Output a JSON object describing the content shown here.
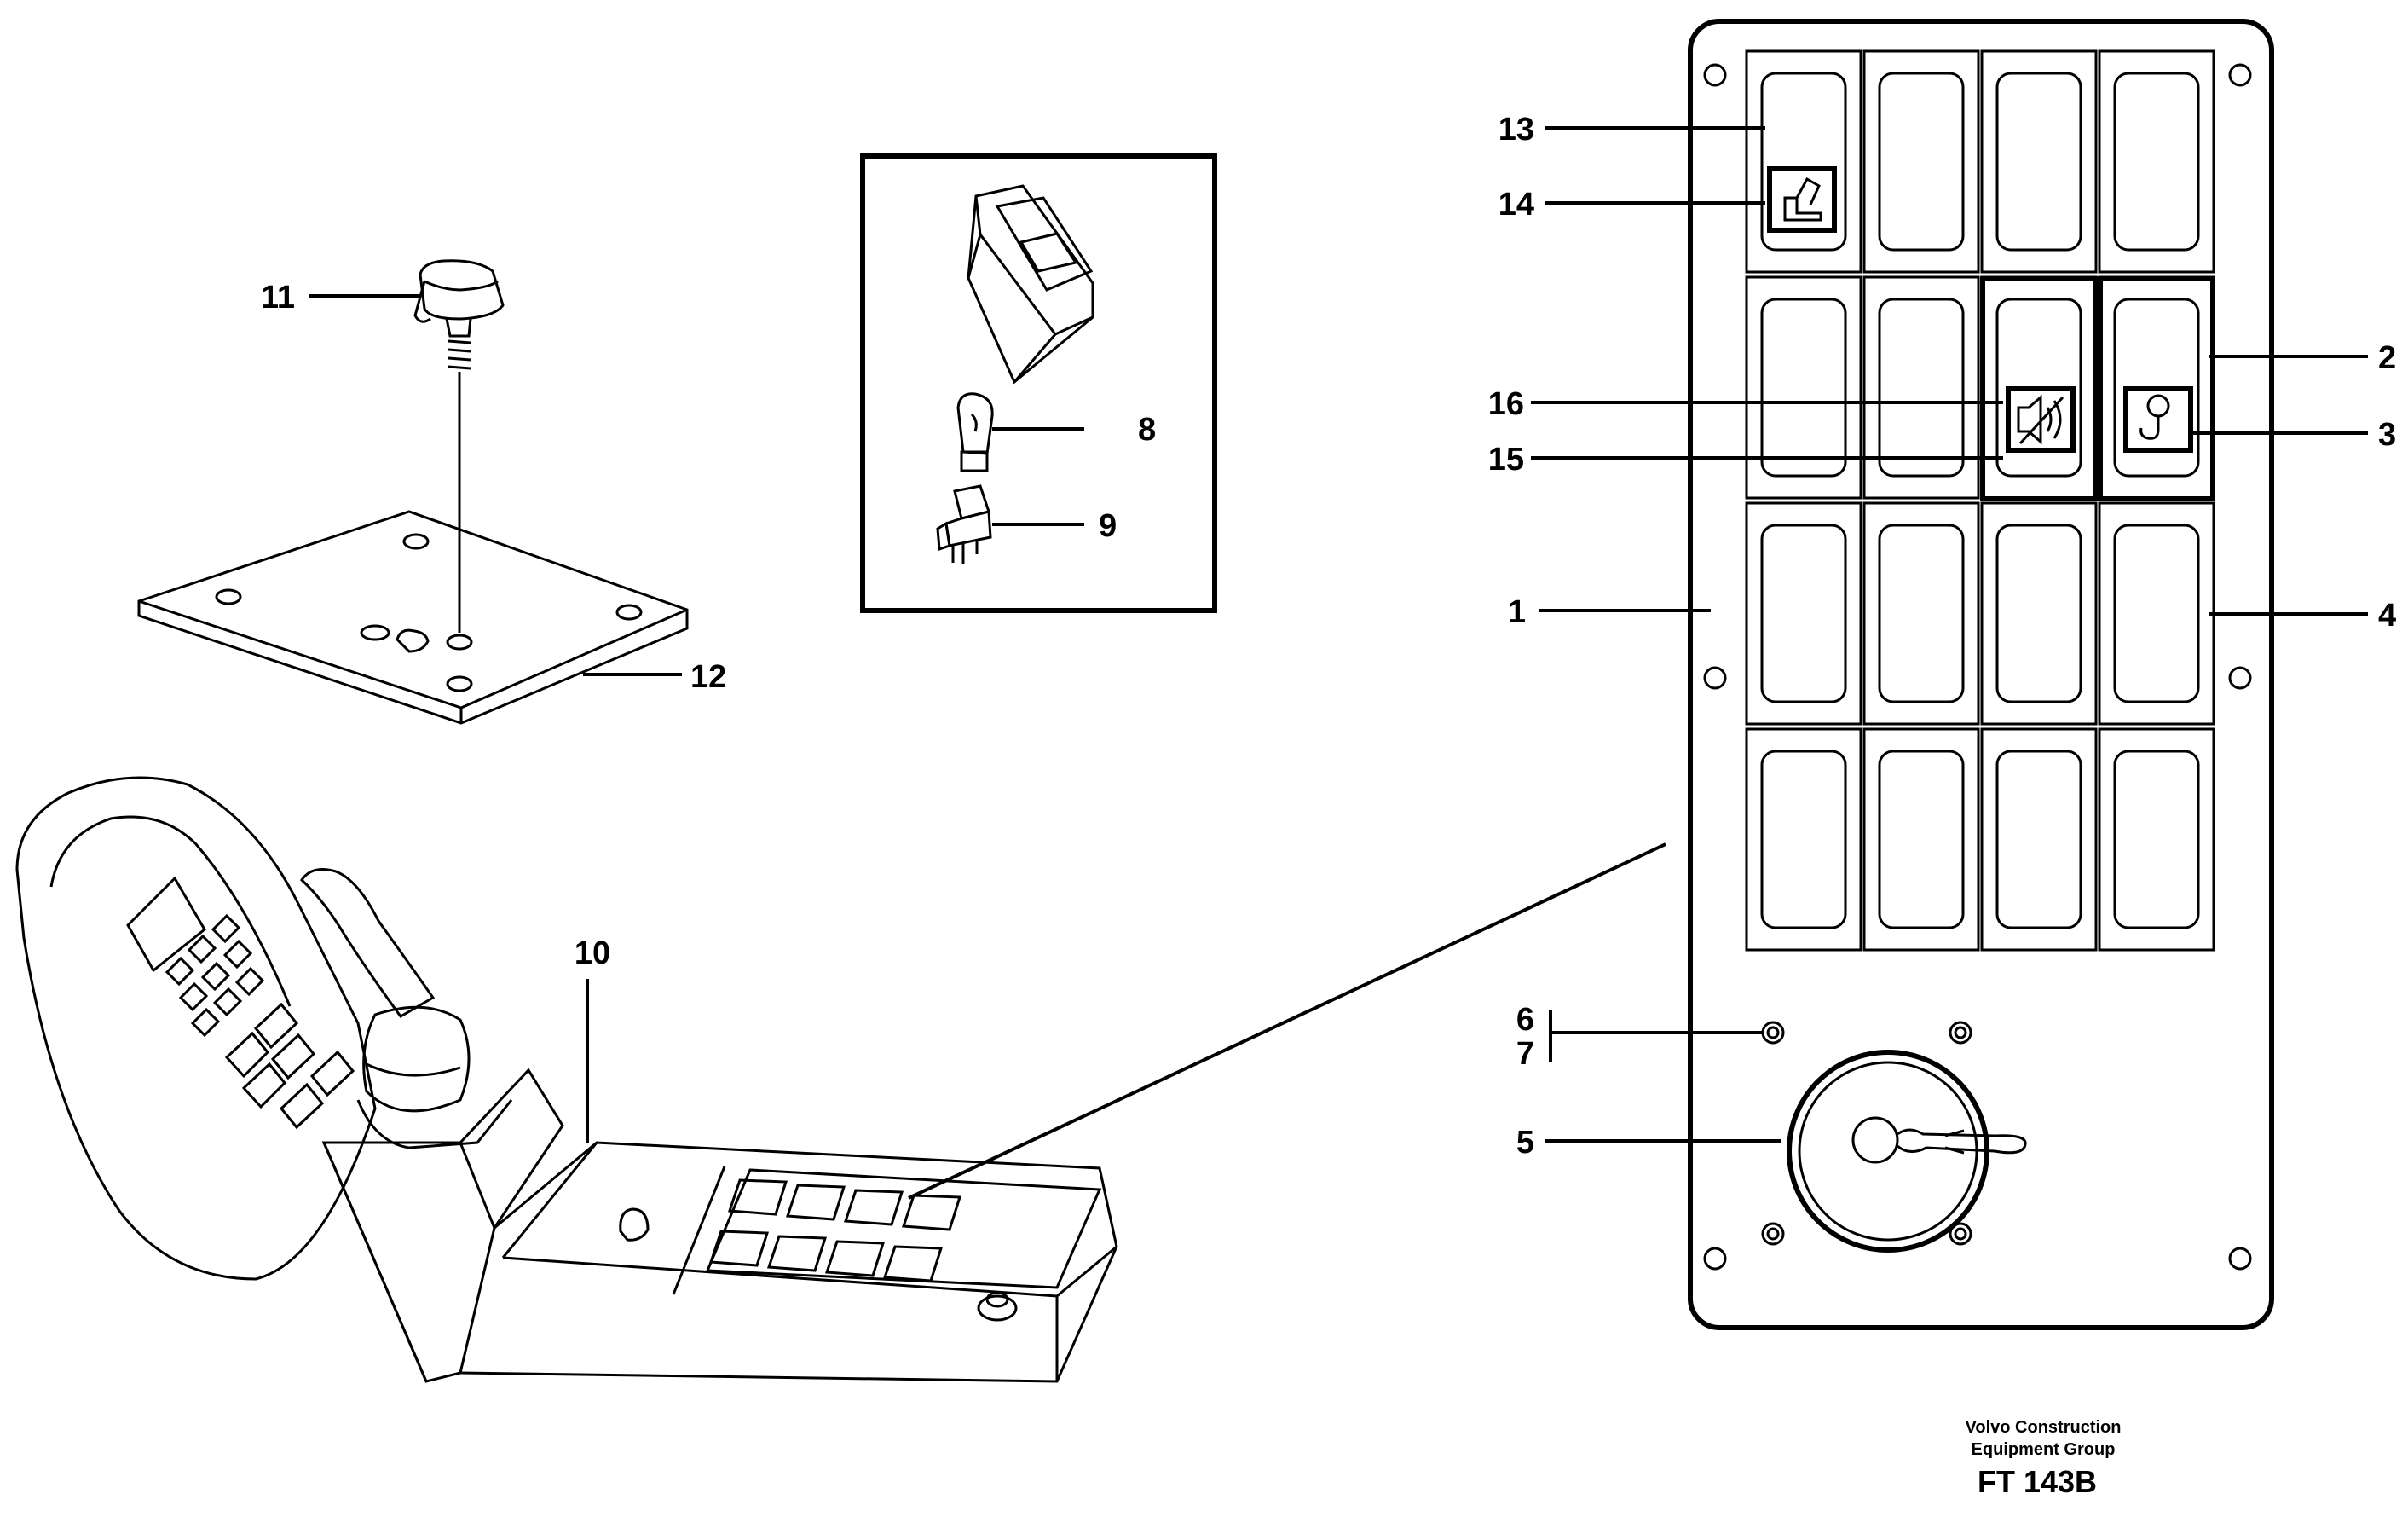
{
  "callouts": {
    "c1": "1",
    "c2": "2",
    "c3": "3",
    "c4": "4",
    "c5": "5",
    "c6": "6",
    "c7": "7",
    "c8": "8",
    "c9": "9",
    "c10": "10",
    "c11": "11",
    "c12": "12",
    "c13": "13",
    "c14": "14",
    "c15": "15",
    "c16": "16"
  },
  "footer": {
    "company_line1": "Volvo Construction",
    "company_line2": "Equipment Group",
    "figure_code": "FT 143B"
  },
  "icons": {
    "panel_symbols": [
      "seat-icon",
      "horn-off-icon",
      "hook-icon"
    ]
  }
}
